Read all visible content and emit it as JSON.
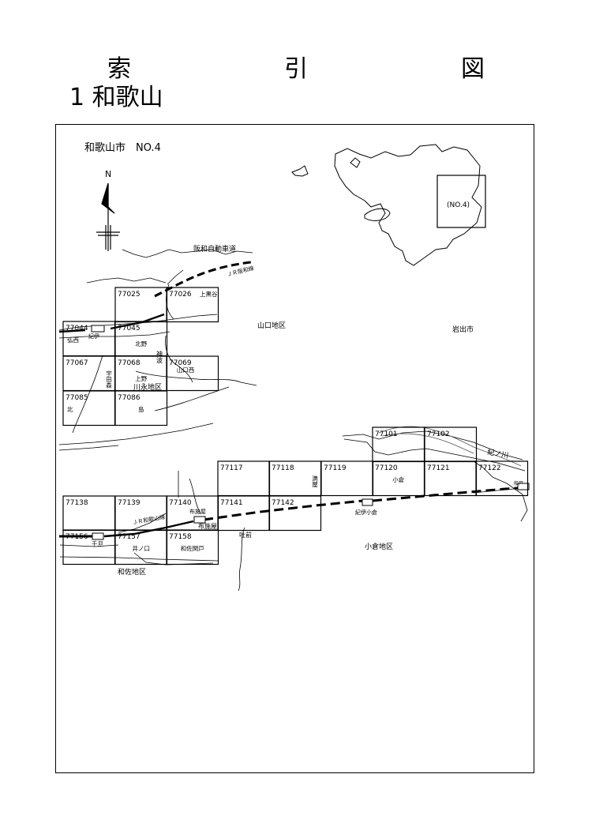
{
  "page": {
    "title": "索　引　図",
    "subtitle": "1 和歌山",
    "map_heading": "和歌山市　NO.4",
    "inset_label": "(NO.4)",
    "north_label": "N"
  },
  "sheets": [
    {
      "id": "77025",
      "name": ""
    },
    {
      "id": "77026",
      "name": "上黒谷"
    },
    {
      "id": "77044",
      "name": "弘西"
    },
    {
      "id": "77045",
      "name": "北野"
    },
    {
      "id": "77067",
      "name": "宇田森"
    },
    {
      "id": "77068",
      "name": "上野"
    },
    {
      "id": "77069",
      "name": "山口西"
    },
    {
      "id": "77085",
      "name": "北"
    },
    {
      "id": "77086",
      "name": "島"
    },
    {
      "id": "77101",
      "name": ""
    },
    {
      "id": "77102",
      "name": ""
    },
    {
      "id": "77117",
      "name": ""
    },
    {
      "id": "77118",
      "name": "満屋"
    },
    {
      "id": "77119",
      "name": ""
    },
    {
      "id": "77120",
      "name": "小倉"
    },
    {
      "id": "77121",
      "name": ""
    },
    {
      "id": "77122",
      "name": ""
    },
    {
      "id": "77138",
      "name": ""
    },
    {
      "id": "77139",
      "name": ""
    },
    {
      "id": "77140",
      "name": ""
    },
    {
      "id": "77141",
      "name": ""
    },
    {
      "id": "77142",
      "name": ""
    },
    {
      "id": "77156",
      "name": "千旦"
    },
    {
      "id": "77157",
      "name": "井ノ口"
    },
    {
      "id": "77158",
      "name": "和佐関戸"
    }
  ],
  "map_labels": {
    "expressway": "阪和自動車道",
    "jr_hanwa": "ＪＲ阪和線",
    "jr_wakayama": "ＪＲ和歌山線",
    "yamaguchi_district": "山口地区",
    "iwade_city": "岩出市",
    "kawanaga_district": "川永地区",
    "kogura_district": "小倉地区",
    "wasa_district": "和佐地区",
    "kinokawa": "紀ノ川",
    "kii_station": "紀伊",
    "kii_ogura_station": "紀伊小倉",
    "funato_station": "船戸",
    "fuse_station": "布施屋",
    "fuse_place": "布施屋",
    "haku": "吐前",
    "kanbe": "神波"
  },
  "colors": {
    "line": "#000000",
    "river": "#555555"
  }
}
